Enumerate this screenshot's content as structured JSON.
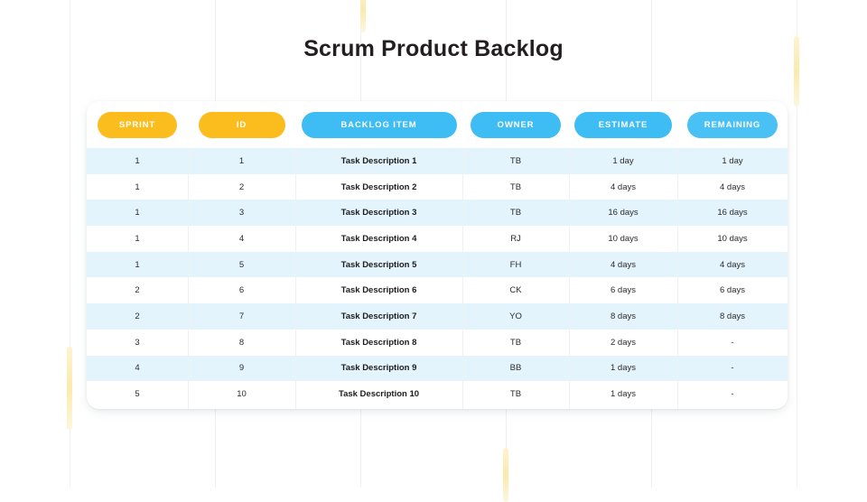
{
  "page": {
    "title": "Scrum Product Backlog"
  },
  "colors": {
    "amber": "#fbbc1e",
    "blue": "#3ebcf4",
    "row_stripe": "#e4f4fd",
    "row_plain": "#ffffff",
    "text": "#2b2b2b",
    "accent_yellow": "#fbe9a8"
  },
  "table": {
    "headers": [
      {
        "key": "sprint",
        "label": "SPRINT",
        "style": "amber"
      },
      {
        "key": "id",
        "label": "ID",
        "style": "amber"
      },
      {
        "key": "backlog",
        "label": "BACKLOG ITEM",
        "style": "blue"
      },
      {
        "key": "owner",
        "label": "OWNER",
        "style": "blue"
      },
      {
        "key": "estimate",
        "label": "ESTIMATE",
        "style": "blue"
      },
      {
        "key": "remaining",
        "label": "REMAINING",
        "style": "blue-soft"
      }
    ],
    "rows": [
      {
        "sprint": "1",
        "id": "1",
        "backlog": "Task Description 1",
        "owner": "TB",
        "estimate": "1 day",
        "remaining": "1 day"
      },
      {
        "sprint": "1",
        "id": "2",
        "backlog": "Task Description 2",
        "owner": "TB",
        "estimate": "4 days",
        "remaining": "4 days"
      },
      {
        "sprint": "1",
        "id": "3",
        "backlog": "Task Description 3",
        "owner": "TB",
        "estimate": "16 days",
        "remaining": "16 days"
      },
      {
        "sprint": "1",
        "id": "4",
        "backlog": "Task Description 4",
        "owner": "RJ",
        "estimate": "10 days",
        "remaining": "10 days"
      },
      {
        "sprint": "1",
        "id": "5",
        "backlog": "Task Description 5",
        "owner": "FH",
        "estimate": "4 days",
        "remaining": "4 days"
      },
      {
        "sprint": "2",
        "id": "6",
        "backlog": "Task Description 6",
        "owner": "CK",
        "estimate": "6 days",
        "remaining": "6 days"
      },
      {
        "sprint": "2",
        "id": "7",
        "backlog": "Task Description 7",
        "owner": "YO",
        "estimate": "8 days",
        "remaining": "8 days"
      },
      {
        "sprint": "3",
        "id": "8",
        "backlog": "Task Description 8",
        "owner": "TB",
        "estimate": "2 days",
        "remaining": "-"
      },
      {
        "sprint": "4",
        "id": "9",
        "backlog": "Task Description 9",
        "owner": "BB",
        "estimate": "1 days",
        "remaining": "-"
      },
      {
        "sprint": "5",
        "id": "10",
        "backlog": "Task Description 10",
        "owner": "TB",
        "estimate": "1 days",
        "remaining": "-"
      }
    ]
  }
}
